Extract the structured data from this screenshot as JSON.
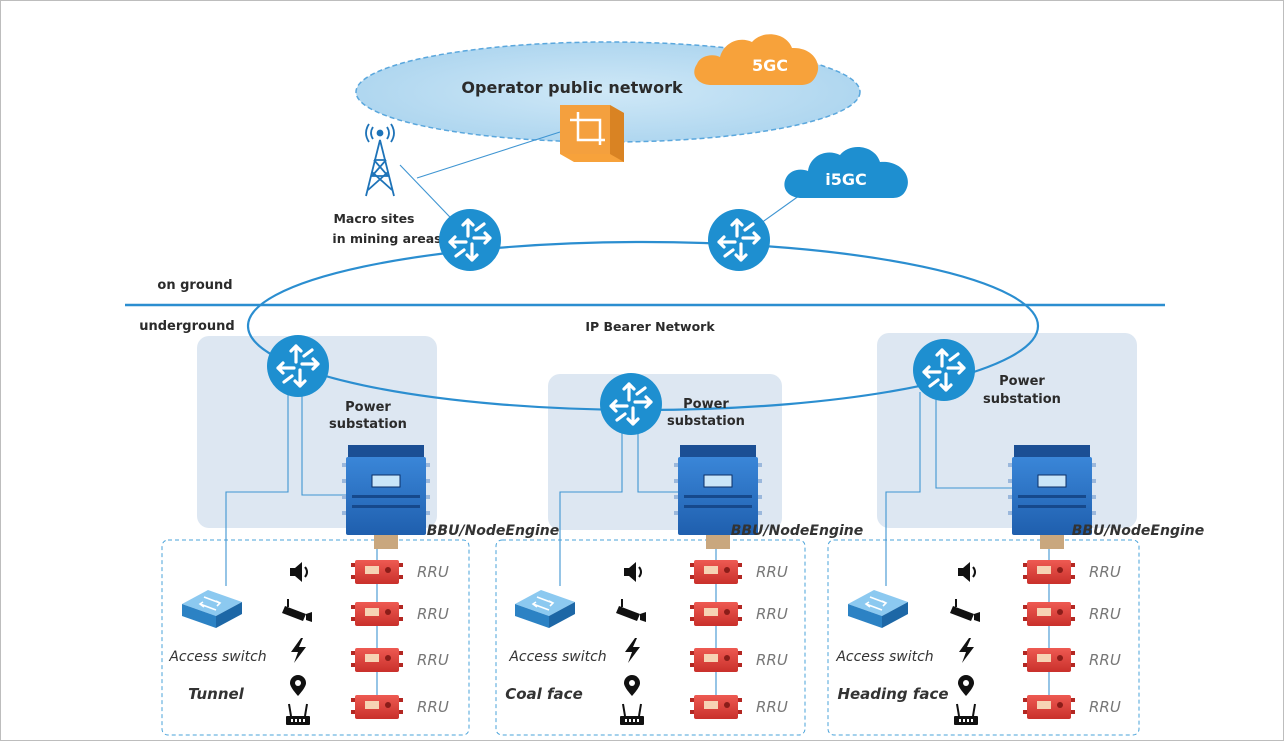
{
  "labels": {
    "operator_network": "Operator public network",
    "cloud_5gc": "5GC",
    "cloud_i5gc": "i5GC",
    "macro_sites_line1": "Macro sites",
    "macro_sites_line2": "in mining areas",
    "on_ground": "on ground",
    "underground": "underground",
    "ip_bearer": "IP Bearer Network"
  },
  "substations": [
    {
      "line1": "Power",
      "line2": "substation",
      "bbu_label": "BBU/NodeEngine"
    },
    {
      "line1": "Power",
      "line2": "substation",
      "bbu_label": "BBU/NodeEngine"
    },
    {
      "line1": "Power",
      "line2": "substation",
      "bbu_label": "BBU/NodeEngine"
    }
  ],
  "zones": [
    {
      "name": "Tunnel",
      "switch_label": "Access switch",
      "rru_labels": [
        "RRU",
        "RRU",
        "RRU",
        "RRU"
      ]
    },
    {
      "name": "Coal face",
      "switch_label": "Access switch",
      "rru_labels": [
        "RRU",
        "RRU",
        "RRU",
        "RRU"
      ]
    },
    {
      "name": "Heading face",
      "switch_label": "Access switch",
      "rru_labels": [
        "RRU",
        "RRU",
        "RRU",
        "RRU"
      ]
    }
  ],
  "device_icons": [
    "speaker-icon",
    "camera-icon",
    "lightning-icon",
    "location-pin-icon",
    "wifi-router-icon"
  ],
  "colors": {
    "router_blue": "#1e8fd0",
    "ring_line": "#2b8ed0",
    "ground_line": "#2b8ed0",
    "substation_bg": "#dde7f2",
    "cloud_5gc": "#f7a23b",
    "cloud_i5gc": "#1e8fd0",
    "rru_red": "#e0433d",
    "bbu_blue": "#2a6fc4"
  }
}
